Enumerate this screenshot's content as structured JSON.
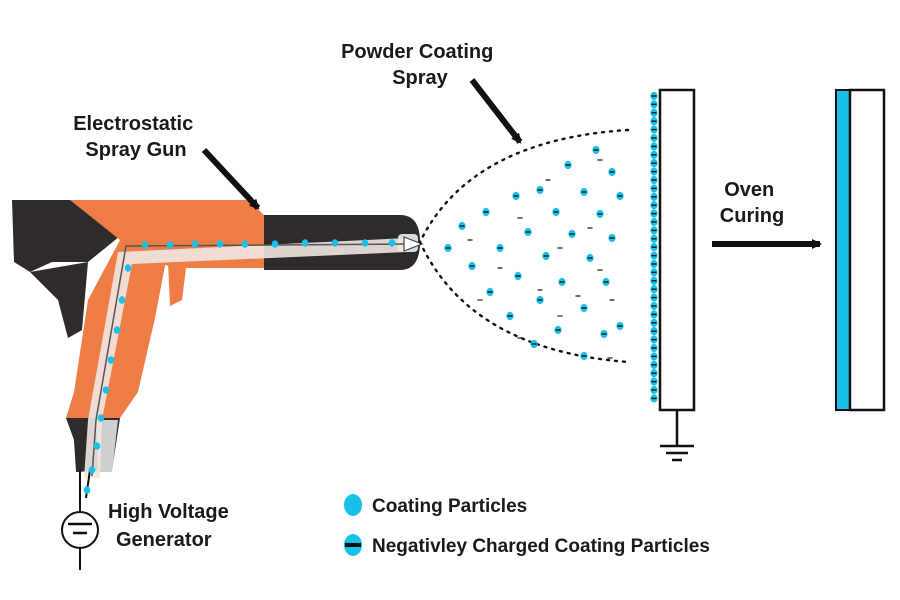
{
  "labels": {
    "gun": [
      "Electrostatic",
      "Spray Gun"
    ],
    "spray": [
      "Powder Coating",
      "Spray"
    ],
    "oven": [
      "Oven",
      "Curing"
    ],
    "generator": [
      "High Voltage",
      "Generator"
    ]
  },
  "legend": [
    {
      "symbol": "dot",
      "text": "Coating Particles"
    },
    {
      "symbol": "charged-dot",
      "text": "Negativley Charged Coating Particles"
    }
  ],
  "colors": {
    "particle": "#17c1e8",
    "gun_body": "#ee7d45",
    "gun_dark": "#2e2b2a",
    "line": "#111111",
    "coated_panel": "#17c1e8"
  },
  "icons": [
    "spray-gun-icon",
    "ground-icon",
    "dc-source-icon",
    "arrow-icon"
  ]
}
